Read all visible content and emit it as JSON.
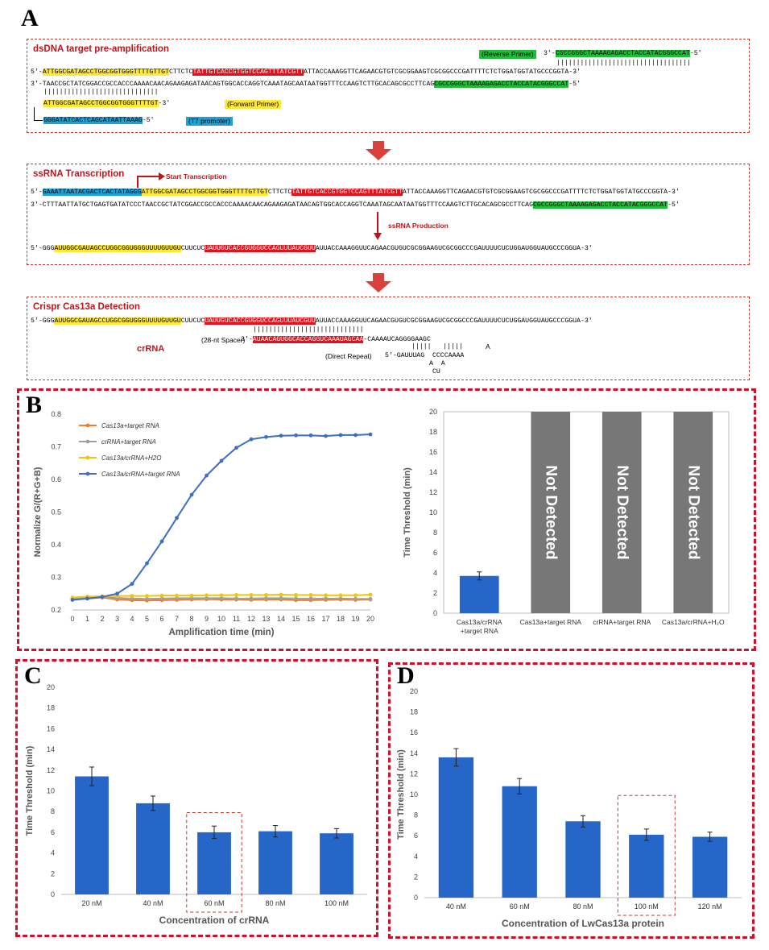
{
  "panels": {
    "a": "A",
    "b": "B",
    "c": "C",
    "d": "D"
  },
  "section_a": {
    "title": "dsDNA target pre-amplification",
    "reverse_primer_tag": "(Reverse Primer)",
    "forward_primer_tag": "(Forward Primer)",
    "t7_tag": "(T7 promoter)",
    "line1_prefix": "3'-",
    "line1_seq": "CGCCGGGCTAAAAGAGACCTACCATACGGGCCAT",
    "line1_suffix": "-5'",
    "top_5": "5'-",
    "top_y": "ATTGGCGATAGCCTGGCGGTGGGTTTTGTTGT",
    "top_mid1": "CTTCTC",
    "top_r": "TATTGTCACCGTGGTCCAGTTTATCGTT",
    "top_rest": "ATTACCAAAGGTTCAGAACGTGTCGCGGAAGTCGCGGCCCGATTTTCTCTGGATGGTATGCCCGGTA-3'",
    "bot": "3'-TAACCGCTATCGGACCGCCACCCAAAACAACAGAAGAGATAACAGTGGCACCAGGTCAAATAGCAATAATGGTTTCCAAGTCTTGCACAGCGCCTTCAG",
    "bot_g": "CGCCGGGCTAAAAGAGACCTACCATACGGGCCAT",
    "bot_end": "-5'",
    "fwd": "ATTGGCGATAGCCTGGCGGTGGGTTTTGT",
    "fwd_end": "-3'",
    "t7": "GGGATATCACTCAGCATAATTAAAG",
    "t7_end": "-5'"
  },
  "section_b": {
    "title": "ssRNA Transcription",
    "start_label": "Start Transcription",
    "production_label": "ssRNA Production",
    "top_5": "5'-",
    "top_b": "GAAATTAATACGACTCACTATAGGG",
    "top_y": "ATTGGCGATAGCCTGGCGGTGGGTTTTGTTGT",
    "top_mid": "CTTCTC",
    "top_r": "TATTGTCACCGTGGTCCAGTTTATCGTT",
    "top_rest": "ATTACCAAAGGTTCAGAACGTGTCGCGGAAGTCGCGGCCCGATTTTCTCTGGATGGTATGCCCGGTA-3'",
    "bot": "3'-CTTTAATTATGCTGAGTGATATCCCTAACCGCTATCGGACCGCCACCCAAAACAACAGAAGAGATAACAGTGGCACCAGGTCAAATAGCAATAATGGTTTCCAAGTCTTGCACAGCGCCTTCAG",
    "bot_g": "CGCCGGGCTAAAAGAGACCTACCATACGGGCCAT",
    "bot_end": "-5'",
    "rna_5": "5'-GGG",
    "rna_y": "AUUGGCGAUAGCCUGGCGGUGGGUUUUGUUGU",
    "rna_mid": "CUUCUC",
    "rna_r": "UAUUGUCACCGUGGUCCAGUUUAUCGUU",
    "rna_rest": "AUUACCAAAGGUUCAGAACGUGUCGCGGAAGUCGCGGCCCGAUUUUCUCUGGAUGGUAUGCCCGGUA-3'"
  },
  "section_c": {
    "title": "Crispr Cas13a Detection",
    "crrna_label": "crRNA",
    "spacer_label": "(28-nt Spacer)",
    "spacer_prefix": "3'-",
    "spacer_seq": "AUAACAGUGGCACCAGGUCAAAUAGCAA",
    "spacer_tail": "-CAAAAUCAGGGGAAGC",
    "tail_a": "A",
    "dr_label": "(Direct Repeat)",
    "dr_seq": "5'-GAUUUAG  CCCCAAAA",
    "loop_aa": "A  A",
    "loop_cu": "CU",
    "rna_5": "5'-GGG",
    "rna_y": "AUUGGCGAUAGCCUGGCGGUGGGUUUUGUUGU",
    "rna_mid": "CUUCUC",
    "rna_r": "UAUUGUCACCGUGGUCCAGUUUAUCGUU",
    "rna_rest": "AUUACCAAAGGUUCAGAACGUGUCGCGGAAGUCGCGGCCCGAUUUUCUCUGGAUGGUAUGCCCGGUA-3'"
  },
  "colors": {
    "seq_yellow": "#ffe838",
    "seq_red": "#e3111b",
    "seq_green": "#1fbe3a",
    "seq_blue": "#1aa2d6",
    "bar_blue": "#2566c8",
    "not_detected_gray": "#777777",
    "dash_red": "#d0102a"
  },
  "chart_data": [
    {
      "id": "B-left",
      "type": "line",
      "xlabel": "Amplification time (min)",
      "ylabel": "Normalize G/(R+G+B)",
      "xlim": [
        0,
        20
      ],
      "ylim": [
        0.2,
        0.8
      ],
      "x": [
        0,
        1,
        2,
        3,
        4,
        5,
        6,
        7,
        8,
        9,
        10,
        11,
        12,
        13,
        14,
        15,
        16,
        17,
        18,
        19,
        20
      ],
      "xticks": [
        "0",
        "1",
        "2",
        "3",
        "4",
        "5",
        "6",
        "7",
        "8",
        "9",
        "10",
        "11",
        "12",
        "13",
        "14",
        "15",
        "16",
        "17",
        "18",
        "19",
        "20"
      ],
      "yticks": [
        "0.2",
        "0.3",
        "0.4",
        "0.5",
        "0.6",
        "0.7",
        "0.8"
      ],
      "legend_position": "top-left",
      "series": [
        {
          "name": "Cas13a+target RNA",
          "color": "#f07c2e",
          "values": [
            0.232,
            0.235,
            0.238,
            0.232,
            0.23,
            0.229,
            0.23,
            0.231,
            0.232,
            0.233,
            0.232,
            0.232,
            0.231,
            0.232,
            0.232,
            0.23,
            0.23,
            0.231,
            0.232,
            0.231,
            0.232
          ]
        },
        {
          "name": "crRNA+target RNA",
          "color": "#a0a0a0",
          "values": [
            0.234,
            0.237,
            0.239,
            0.237,
            0.235,
            0.234,
            0.235,
            0.236,
            0.236,
            0.236,
            0.236,
            0.235,
            0.235,
            0.236,
            0.236,
            0.235,
            0.235,
            0.235,
            0.235,
            0.234,
            0.234
          ]
        },
        {
          "name": "Cas13a/crRNA+H2O",
          "color": "#f2c40e",
          "values": [
            0.238,
            0.241,
            0.242,
            0.243,
            0.243,
            0.243,
            0.244,
            0.244,
            0.244,
            0.245,
            0.245,
            0.246,
            0.246,
            0.246,
            0.247,
            0.246,
            0.246,
            0.245,
            0.245,
            0.245,
            0.247
          ]
        },
        {
          "name": "Cas13a/crRNA+target RNA",
          "color": "#3c6ec4",
          "values": [
            0.231,
            0.235,
            0.24,
            0.25,
            0.28,
            0.343,
            0.41,
            0.482,
            0.553,
            0.612,
            0.657,
            0.697,
            0.723,
            0.73,
            0.734,
            0.735,
            0.735,
            0.733,
            0.736,
            0.736,
            0.738
          ]
        }
      ]
    },
    {
      "id": "B-right",
      "type": "bar",
      "ylabel": "Time Threshold (min)",
      "ylim": [
        0,
        20
      ],
      "yticks": [
        "0",
        "2",
        "4",
        "6",
        "8",
        "10",
        "12",
        "14",
        "16",
        "18",
        "20"
      ],
      "categories": [
        "Cas13a/crRNA +target RNA",
        "Cas13a+target RNA",
        "crRNA+target RNA",
        "Cas13a/crRNA+H₂O"
      ],
      "values": [
        3.7,
        null,
        null,
        null
      ],
      "errors": [
        0.4,
        0,
        0,
        0
      ],
      "annotations": [
        "",
        "Not Detected",
        "Not Detected",
        "Not Detected"
      ]
    },
    {
      "id": "C",
      "type": "bar",
      "xlabel": "Concentration of crRNA",
      "ylabel": "Time Threshold (min)",
      "ylim": [
        0,
        20
      ],
      "yticks": [
        "0",
        "2",
        "4",
        "6",
        "8",
        "10",
        "12",
        "14",
        "16",
        "18",
        "20"
      ],
      "categories": [
        "20 nM",
        "40 nM",
        "60 nM",
        "80 nM",
        "100 nM"
      ],
      "values": [
        11.4,
        8.8,
        6.0,
        6.1,
        5.9
      ],
      "errors": [
        0.9,
        0.7,
        0.6,
        0.55,
        0.45
      ],
      "highlight_index": 2
    },
    {
      "id": "D",
      "type": "bar",
      "xlabel": "Concentration of LwCas13a protein",
      "ylabel": "Time Threshold (min)",
      "ylim": [
        0,
        20
      ],
      "yticks": [
        "0",
        "2",
        "4",
        "6",
        "8",
        "10",
        "12",
        "14",
        "16",
        "18",
        "20"
      ],
      "categories": [
        "40 nM",
        "60 nM",
        "80 nM",
        "100 nM",
        "120 nM"
      ],
      "values": [
        13.6,
        10.8,
        7.4,
        6.1,
        5.9
      ],
      "errors": [
        0.85,
        0.75,
        0.55,
        0.55,
        0.45
      ],
      "highlight_index": 3
    }
  ]
}
